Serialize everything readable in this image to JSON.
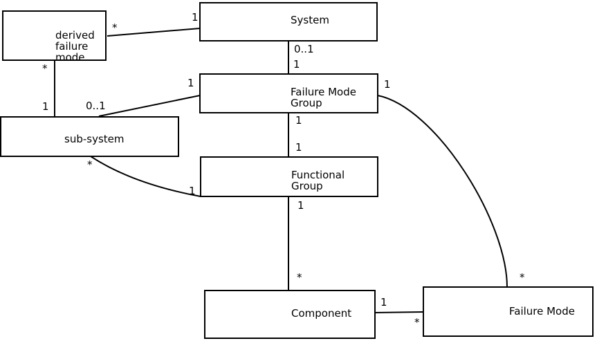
{
  "diagram": {
    "background_color": "#ffffff",
    "line_color": "#000000",
    "entities": {
      "derived_failure_mode": {
        "name": "derived failure mode",
        "lines": [
          "derived",
          "failure",
          "mode"
        ]
      },
      "system": {
        "name": "System",
        "lines": [
          "System"
        ]
      },
      "failure_mode_group": {
        "name": "Failure Mode Group",
        "lines": [
          "Failure Mode",
          "Group"
        ]
      },
      "sub_system": {
        "name": "sub-system",
        "lines": [
          "sub-system"
        ]
      },
      "functional_group": {
        "name": "Functional Group",
        "lines": [
          "Functional",
          "Group"
        ]
      },
      "component": {
        "name": "Component",
        "lines": [
          "Component"
        ]
      },
      "failure_mode": {
        "name": "Failure Mode",
        "lines": [
          "Failure Mode"
        ]
      }
    },
    "relationships": {
      "dfm_system": {
        "ends": "derived failure mode - System",
        "dfm": "*",
        "system": "1"
      },
      "dfm_sub_system": {
        "ends": "derived failure mode - sub-system",
        "dfm": "*",
        "sub_system": "1"
      },
      "sub_system_fmg": {
        "ends": "sub-system - Failure Mode Group",
        "sub_system": "0..1",
        "fmg": "1"
      },
      "system_fmg": {
        "ends": "System - Failure Mode Group",
        "system": "0..1",
        "fmg": "1"
      },
      "fmg_fg": {
        "ends": "Failure Mode Group - Functional Group",
        "fmg": "1",
        "fg": "1"
      },
      "sub_system_fg": {
        "ends": "sub-system - Functional Group",
        "sub_system": "*",
        "fg": "1"
      },
      "fg_component": {
        "ends": "Functional Group - Component",
        "fg": "1",
        "component": "*"
      },
      "component_fm": {
        "ends": "Component - Failure Mode",
        "component": "1",
        "fm": "*"
      },
      "fmg_fm": {
        "ends": "Failure Mode Group - Failure Mode",
        "fmg": "1",
        "fm": "*"
      }
    }
  }
}
